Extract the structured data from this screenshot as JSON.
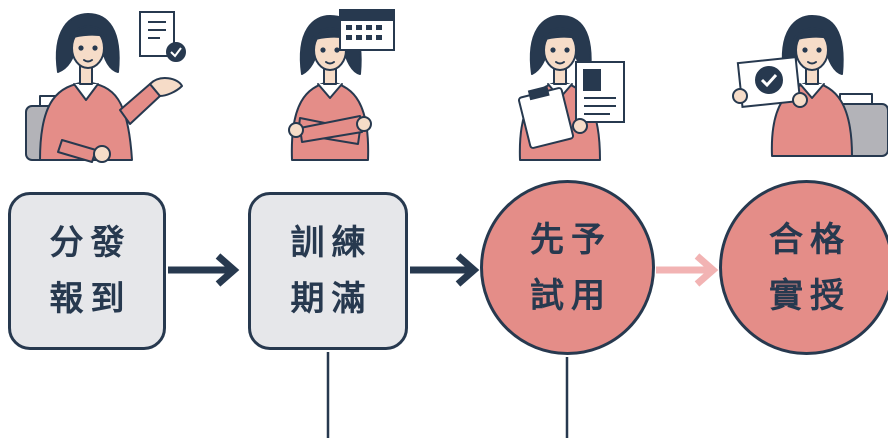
{
  "steps": [
    {
      "line1": "分發",
      "line2": "報到",
      "style": "box"
    },
    {
      "line1": "訓練",
      "line2": "期滿",
      "style": "box"
    },
    {
      "line1": "先予",
      "line2": "試用",
      "style": "circle"
    },
    {
      "line1": "合格",
      "line2": "實授",
      "style": "circle"
    }
  ],
  "illustrations": [
    {
      "icon": "document-check-icon"
    },
    {
      "icon": "calendar-icon"
    },
    {
      "icon": "clipboard-document-icon"
    },
    {
      "icon": "certificate-check-icon"
    }
  ],
  "colors": {
    "navy": "#27394f",
    "box_fill": "#e6e7ea",
    "circle_fill": "#e48d88",
    "pink_arrow": "#f2b3b3",
    "skin": "#f6dcc8",
    "sweater": "#e48d88",
    "bag": "#b3b3b8"
  }
}
